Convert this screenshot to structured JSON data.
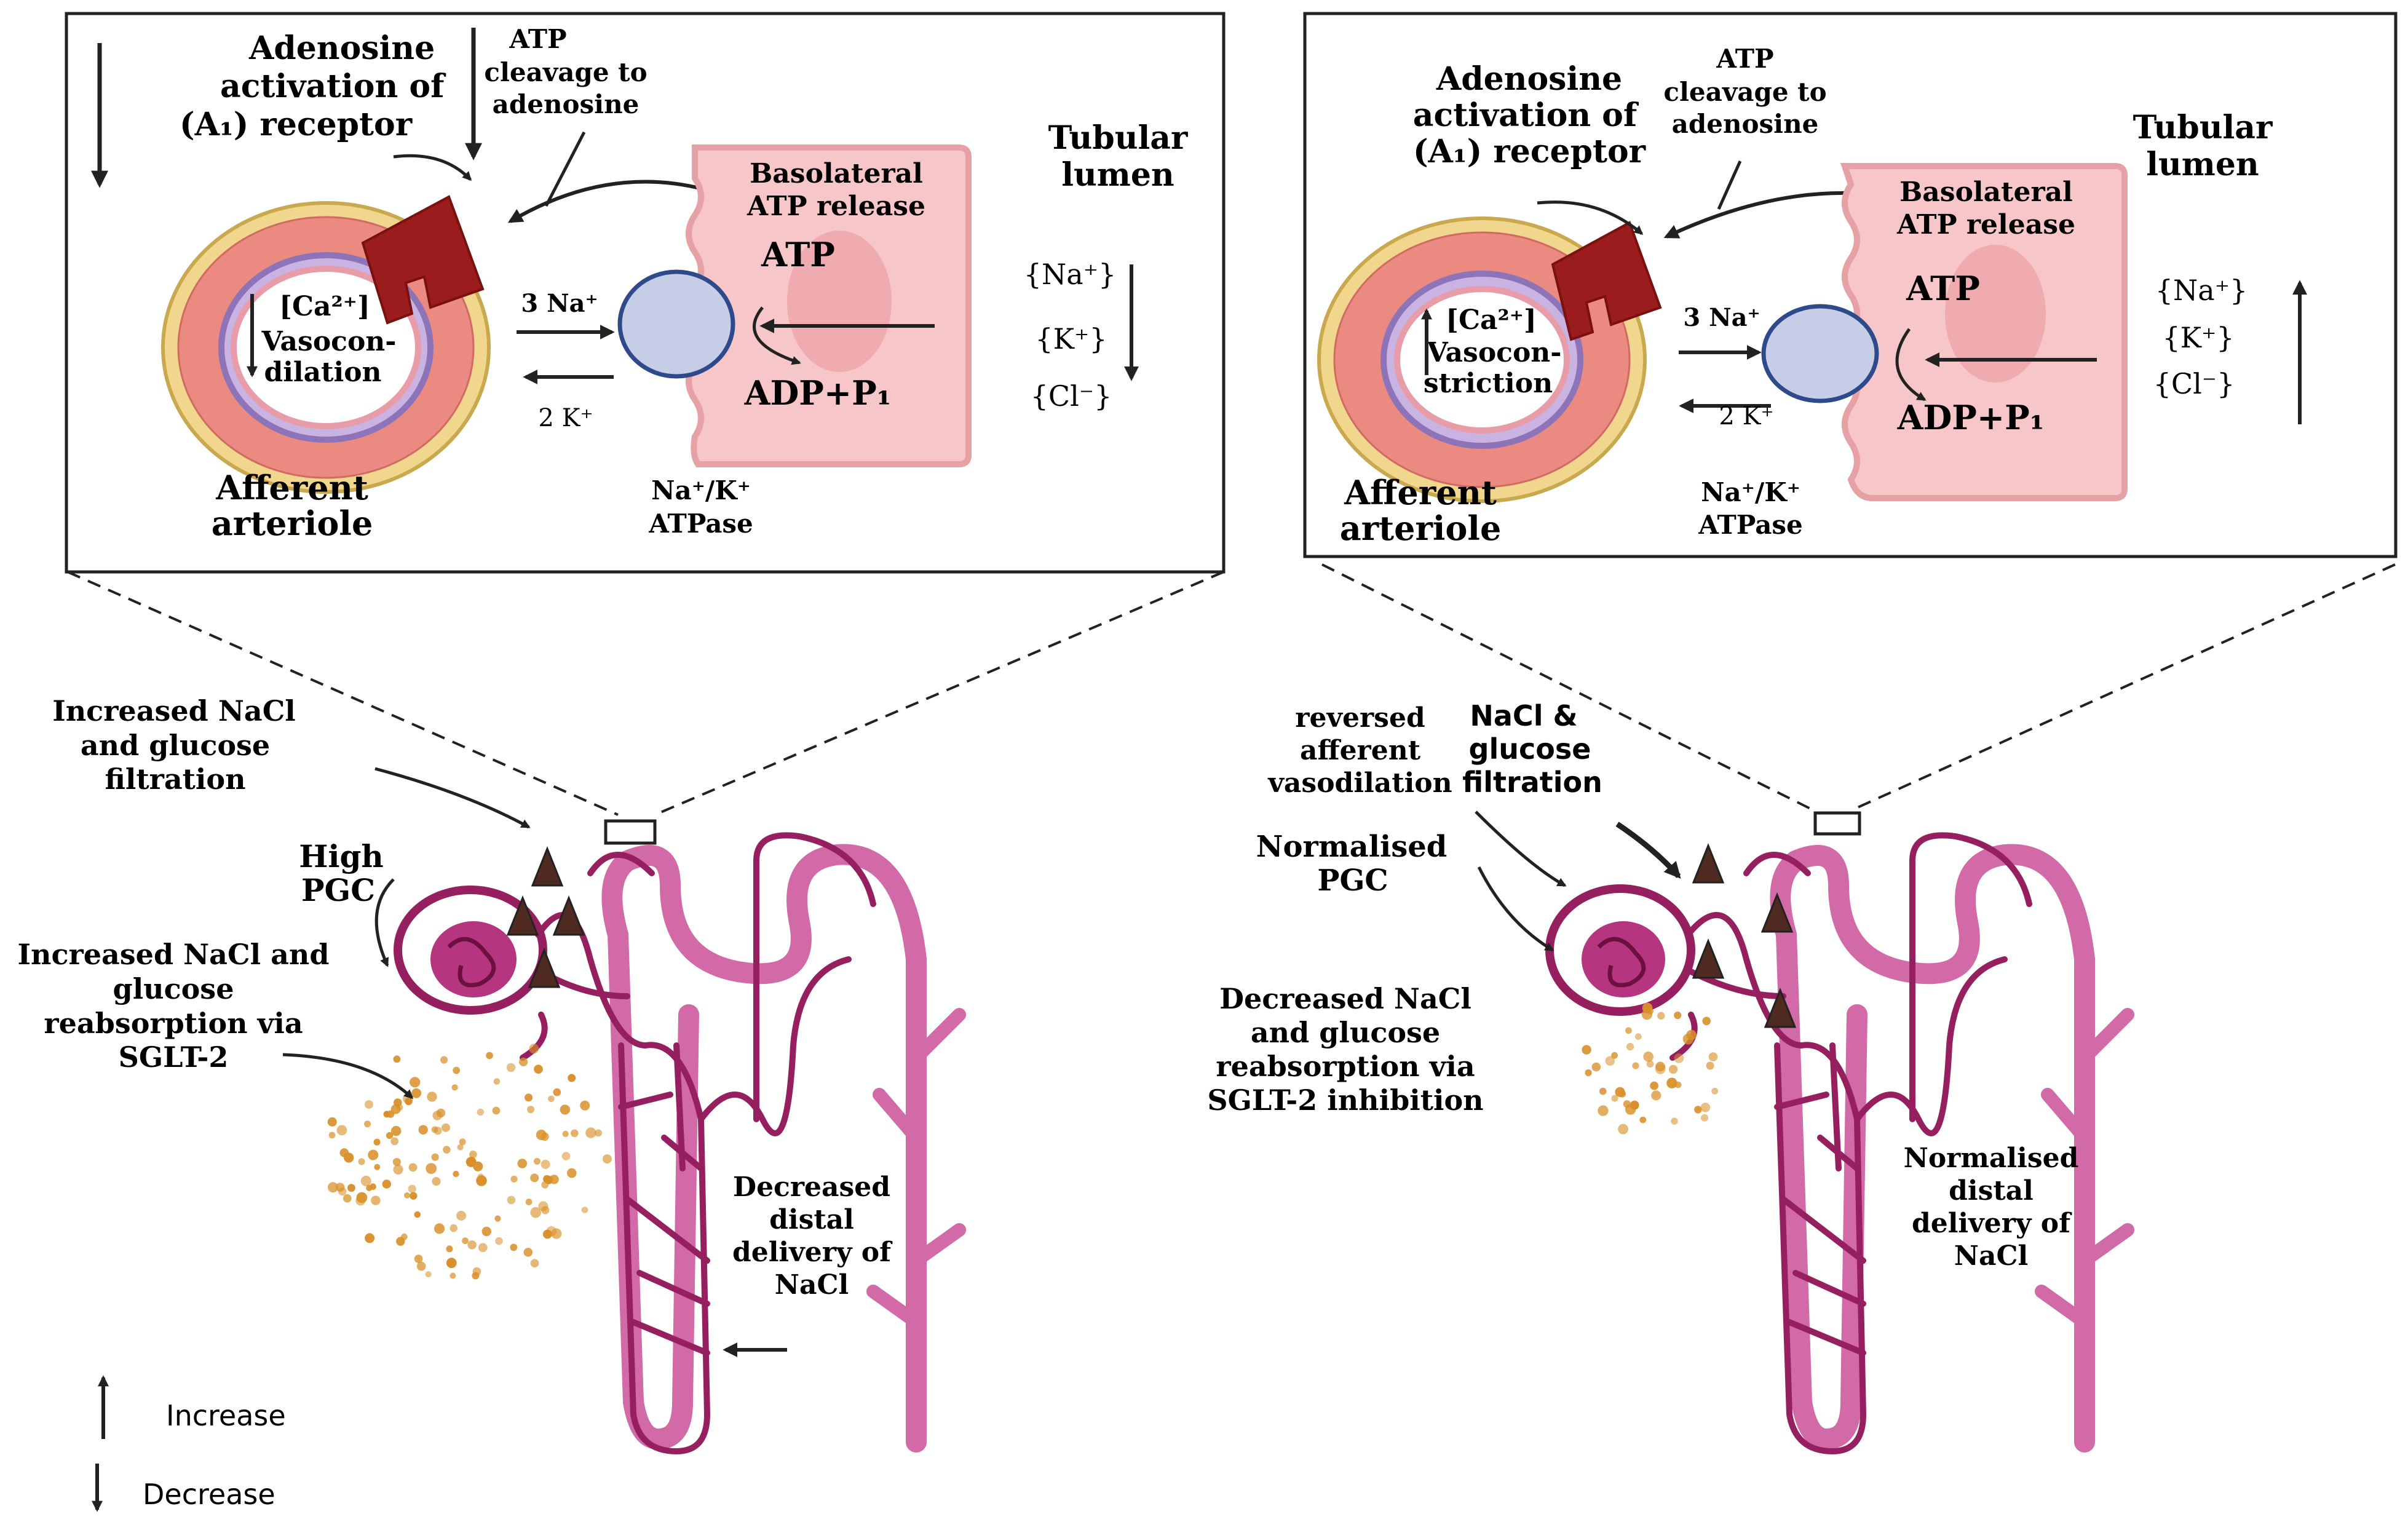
{
  "left": {
    "adenosine_l1": "Adenosine",
    "adenosine_l2": "activation of",
    "adenosine_l3": "(A₁) receptor",
    "atp_cleavage_l1": "ATP",
    "atp_cleavage_l2": "cleavage to",
    "atp_cleavage_l3": "adenosine",
    "basolateral_l1": "Basolateral",
    "basolateral_l2": "ATP release",
    "tubular_l1": "Tubular",
    "tubular_l2": "lumen",
    "atp": "ATP",
    "adp": "ADP+P₁",
    "na_in": "3 Na⁺",
    "k_out": "2 K⁺",
    "ion_na": "{Na⁺}",
    "ion_k": "{K⁺}",
    "ion_cl": "{Cl⁻}",
    "ca": "[Ca²⁺]",
    "vaso_l1": "Vasocon-",
    "vaso_l2": "dilation",
    "afferent_l1": "Afferent",
    "afferent_l2": "arteriole",
    "pump_l1": "Na⁺/K⁺",
    "pump_l2": "ATPase",
    "lab_filtration_l1": "Increased NaCl",
    "lab_filtration_l2": "and glucose",
    "lab_filtration_l3": "filtration",
    "lab_high": "High",
    "lab_pgc": "PGC",
    "lab_reabs_l1": "Increased NaCl and",
    "lab_reabs_l2": "glucose",
    "lab_reabs_l3": "reabsorption via",
    "lab_reabs_l4": "SGLT-2",
    "lab_distal_l1": "Decreased",
    "lab_distal_l2": "distal",
    "lab_distal_l3": "delivery of",
    "lab_distal_l4": "NaCl"
  },
  "right": {
    "adenosine_l1": "Adenosine",
    "adenosine_l2": "activation of",
    "adenosine_l3": "(A₁) receptor",
    "atp_cleavage_l1": "ATP",
    "atp_cleavage_l2": "cleavage to",
    "atp_cleavage_l3": "adenosine",
    "basolateral_l1": "Basolateral",
    "basolateral_l2": "ATP release",
    "tubular_l1": "Tubular",
    "tubular_l2": "lumen",
    "atp": "ATP",
    "adp": "ADP+P₁",
    "na_in": "3 Na⁺",
    "k_out": "2 K⁺",
    "ion_na": "{Na⁺}",
    "ion_k": "{K⁺}",
    "ion_cl": "{Cl⁻}",
    "ca": "[Ca²⁺]",
    "vaso_l1": "Vasocon-",
    "vaso_l2": "striction",
    "afferent_l1": "Afferent",
    "afferent_l2": "arteriole",
    "pump_l1": "Na⁺/K⁺",
    "pump_l2": "ATPase",
    "lab_reversed_l1": "reversed",
    "lab_reversed_l2": "afferent",
    "lab_reversed_l3": "vasodilation",
    "lab_nacl_l1": "NaCl &",
    "lab_nacl_l2": "glucose",
    "lab_nacl_l3": "filtration",
    "lab_norm_l1": "Normalised",
    "lab_pgc": "PGC",
    "lab_decr_l1": "Decreased NaCl",
    "lab_decr_l2": "and glucose",
    "lab_decr_l3": "reabsorption via",
    "lab_decr_l4": "SGLT-2 inhibition",
    "lab_distal_l1": "Normalised",
    "lab_distal_l2": "distal",
    "lab_distal_l3": "delivery of",
    "lab_distal_l4": "NaCl"
  },
  "legend": {
    "increase": "Increase",
    "decrease": "Decrease"
  },
  "colors": {
    "cell": "#f6c6c8",
    "cell_border": "#e6a1a5",
    "pump": "#c6cde6",
    "pump_border": "#2e4a8a",
    "receptor": "#9b1c1c",
    "nephron_dark": "#96205f",
    "nephron_light": "#d26aa8",
    "dots": "#d9902a",
    "triangle": "#4e2a20",
    "arteriole_wall": "#e87e74",
    "arteriole_outer": "#f0d48c"
  }
}
